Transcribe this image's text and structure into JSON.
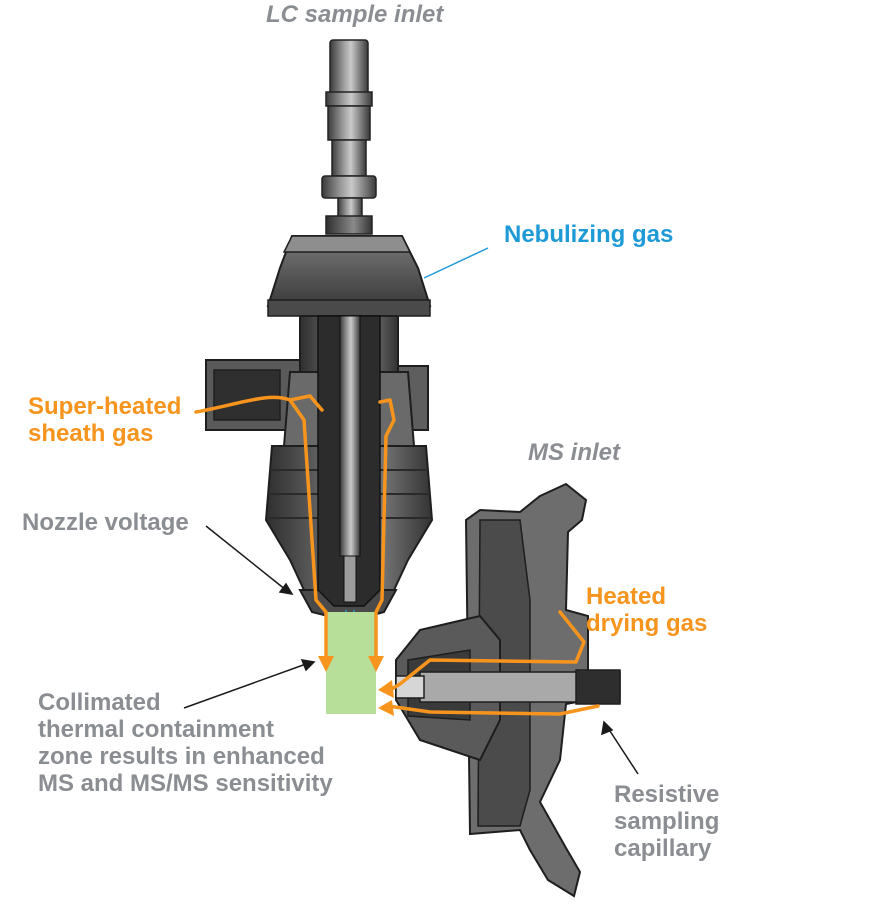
{
  "labels": {
    "lc_inlet": "LC sample inlet",
    "nebulizing_gas": "Nebulizing gas",
    "sheath_gas_line1": "Super-heated",
    "sheath_gas_line2": "sheath gas",
    "ms_inlet": "MS inlet",
    "nozzle_voltage": "Nozzle voltage",
    "drying_gas_line1": "Heated",
    "drying_gas_line2": "drying gas",
    "collimated_line1": "Collimated",
    "collimated_line2": "thermal containment",
    "collimated_line3": "zone results in enhanced",
    "collimated_line4": "MS and MS/MS sensitivity",
    "capillary_line1": "Resistive",
    "capillary_line2": "sampling",
    "capillary_line3": "capillary"
  },
  "colors": {
    "gray_text": "#8a8d91",
    "orange": "#f7941d",
    "blue": "#1e9ad6",
    "zone_green": "#b7df9a",
    "metal_dark": "#3a3a3a",
    "metal_mid": "#6b6b6b",
    "metal_light": "#a8a8a8"
  }
}
